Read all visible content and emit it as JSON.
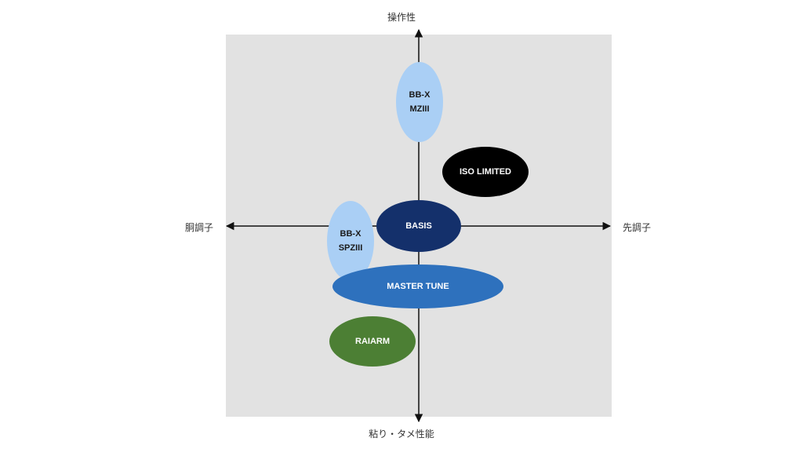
{
  "axes": {
    "top": "操作性",
    "bottom": "粘り・タメ性能",
    "left": "胴調子",
    "right": "先調子"
  },
  "colors": {
    "panel_background": "#e2e2e2",
    "axis": "#111111"
  },
  "products": [
    {
      "id": "bbx-mziii",
      "lines": [
        "BB-X",
        "MZIII"
      ],
      "fill": "#aacff5",
      "text_color": "#1a1a1a"
    },
    {
      "id": "iso-limited",
      "lines": [
        "ISO LIMITED"
      ],
      "fill": "#000000",
      "text_color": "#ffffff"
    },
    {
      "id": "basis",
      "lines": [
        "BASIS"
      ],
      "fill": "#14306b",
      "text_color": "#ffffff"
    },
    {
      "id": "bbx-spziii",
      "lines": [
        "BB-X",
        "SPZIII"
      ],
      "fill": "#aacff5",
      "text_color": "#1a1a1a"
    },
    {
      "id": "master-tune",
      "lines": [
        "MASTER TUNE"
      ],
      "fill": "#2e71bd",
      "text_color": "#ffffff"
    },
    {
      "id": "raiarm",
      "lines": [
        "RAIARM"
      ],
      "fill": "#4c7f34",
      "text_color": "#ffffff"
    }
  ]
}
